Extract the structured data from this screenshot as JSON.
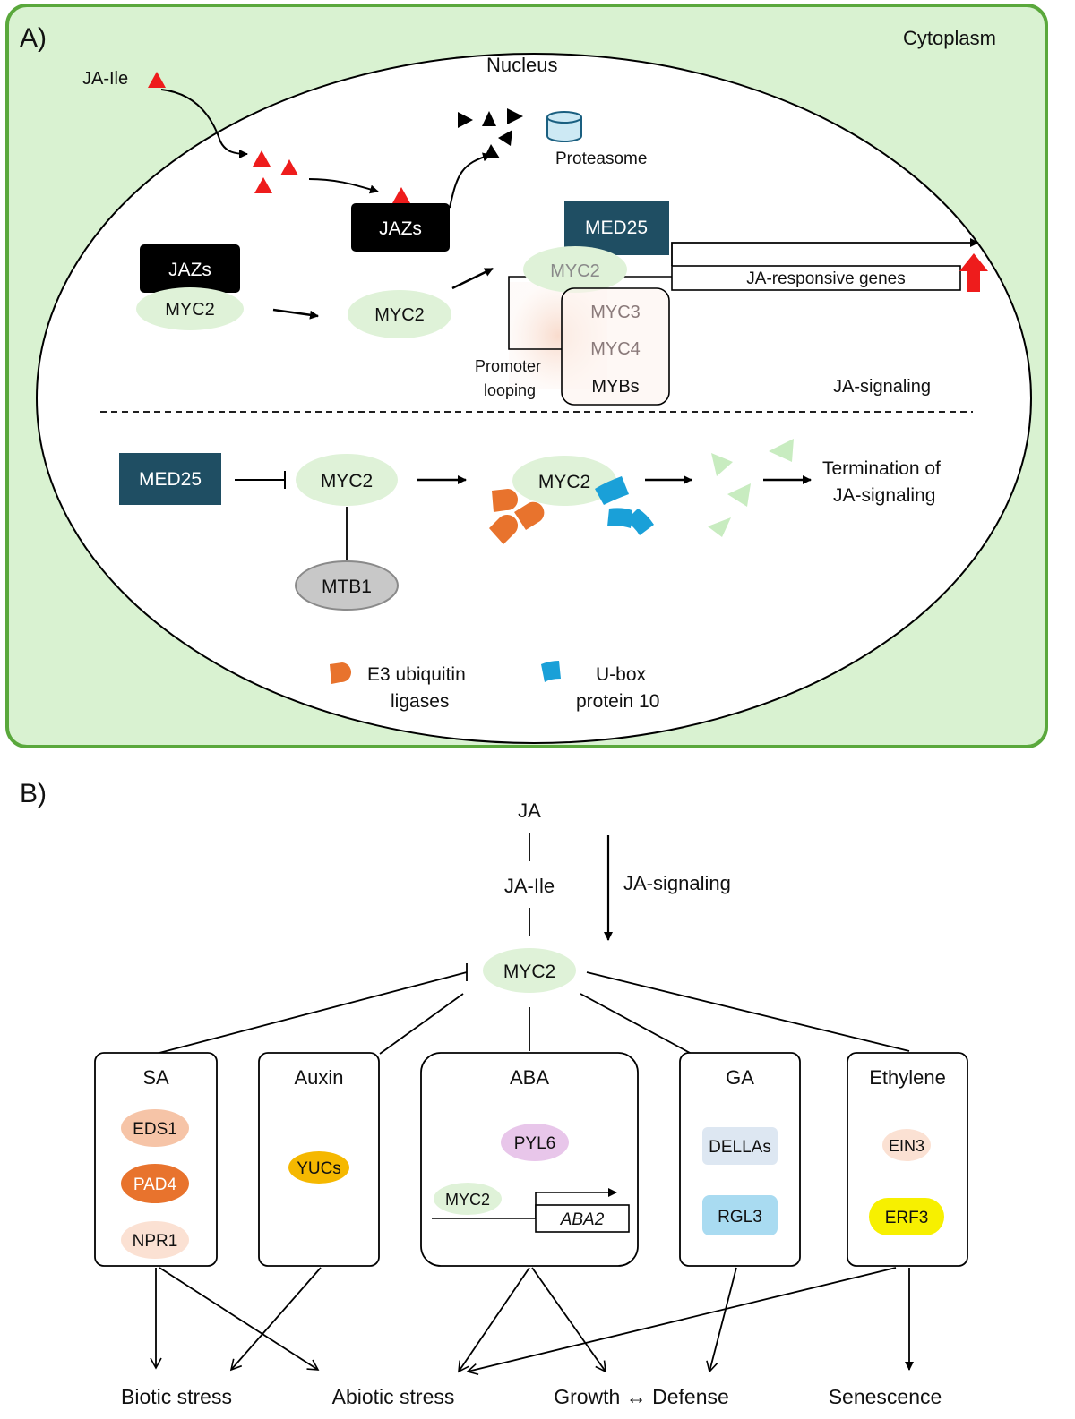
{
  "panel_a": {
    "label": "A)",
    "cytoplasm": "Cytoplasm",
    "nucleus": "Nucleus",
    "ja_ile": "JA-Ile",
    "proteasome": "Proteasome",
    "jazs_top": "JAZs",
    "jazs_left": "JAZs",
    "myc2_left": "MYC2",
    "myc2_mid": "MYC2",
    "med25_top": "MED25",
    "myc2_complex": "MYC2",
    "myc3": "MYC3",
    "myc4": "MYC4",
    "mybs": "MYBs",
    "promoter": "Promoter",
    "looping": "looping",
    "ja_responsive_genes": "JA-responsive genes",
    "ja_signaling": "JA-signaling",
    "med25_bottom": "MED25",
    "myc2_bottom": "MYC2",
    "mtb1": "MTB1",
    "myc2_degraded": "MYC2",
    "termination_line1": "Termination of",
    "termination_line2": "JA-signaling",
    "legend_e3_line1": "E3 ubiquitin",
    "legend_e3_line2": "ligases",
    "legend_ubox_line1": "U-box",
    "legend_ubox_line2": "protein 10"
  },
  "panel_b": {
    "label": "B)",
    "ja": "JA",
    "ja_ile": "JA-Ile",
    "ja_signaling": "JA-signaling",
    "myc2": "MYC2",
    "boxes": {
      "sa": {
        "title": "SA",
        "items": [
          "EDS1",
          "PAD4",
          "NPR1"
        ]
      },
      "auxin": {
        "title": "Auxin",
        "items": [
          "YUCs"
        ]
      },
      "aba": {
        "title": "ABA",
        "items": [
          "PYL6",
          "MYC2",
          "ABA2"
        ]
      },
      "ga": {
        "title": "GA",
        "items": [
          "DELLAs",
          "RGL3"
        ]
      },
      "ethylene": {
        "title": "Ethylene",
        "items": [
          "EIN3",
          "ERF3"
        ]
      }
    },
    "outcomes": [
      "Biotic stress",
      "Abiotic stress",
      "Growth ↔ Defense",
      "Senescence"
    ]
  },
  "colors": {
    "cytoplasm_fill": "#d9f2d1",
    "cytoplasm_border": "#5aa83c",
    "myc_green": "#dff2d8",
    "med25": "#1f4e63",
    "ja_red": "#ee1c1c",
    "e3_orange": "#e8732d",
    "ubox_blue": "#1aa0d8",
    "proteasome": "#cde9f4",
    "mtb1_gray": "#c8c8c8",
    "eds1": "#f6c4a7",
    "pad4": "#e8732d",
    "npr1": "#fbe1d3",
    "yucs": "#f5b800",
    "pyl6": "#e8c6ea",
    "dellas": "#dde7f2",
    "rgl3": "#a9dbf1",
    "ein3": "#fbe1d3",
    "erf3": "#f7f000"
  }
}
